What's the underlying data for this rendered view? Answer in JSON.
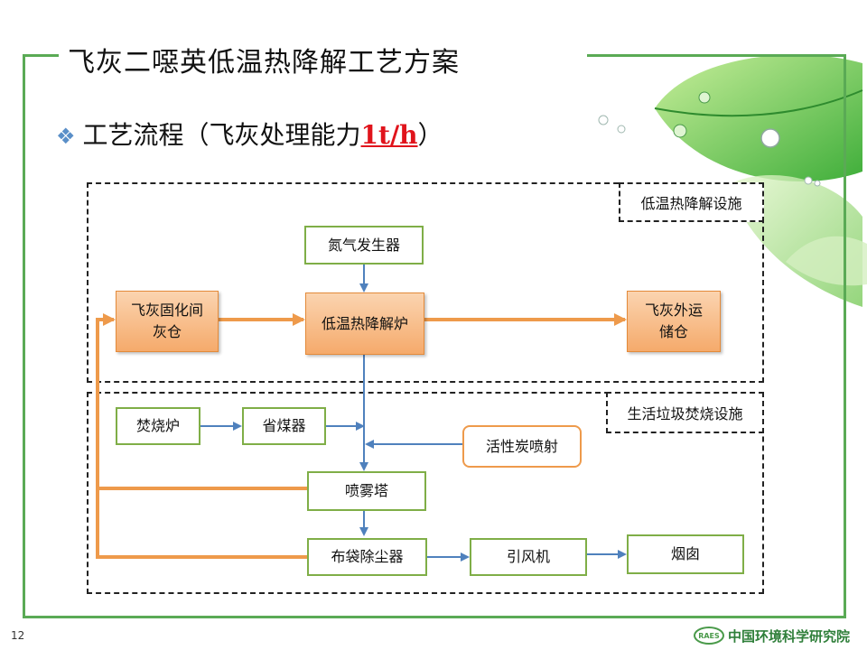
{
  "slide": {
    "title": "飞灰二噁英低温热降解工艺方案",
    "subtitle_prefix": "工艺流程（飞灰处理能力",
    "capacity": "1t/h",
    "subtitle_suffix": "）",
    "page_number": "12",
    "org_name": "中国环境科学研究院",
    "org_logo": "RAES"
  },
  "regions": {
    "low_temp": "低温热降解设施",
    "incineration": "生活垃圾焚烧设施"
  },
  "nodes": {
    "nitrogen": "氮气发生器",
    "ash_silo": "飞灰固化间灰仓",
    "furnace": "低温热降解炉",
    "storage": "飞灰外运储仓",
    "incinerator": "焚烧炉",
    "economizer": "省煤器",
    "carbon": "活性炭喷射",
    "spray_tower": "喷雾塔",
    "bag_filter": "布袋除尘器",
    "fan": "引风机",
    "chimney": "烟囱"
  },
  "colors": {
    "frame": "#5aaa55",
    "green_border": "#7fae47",
    "orange_fill": "#f5aa6b",
    "orange_line": "#ee9a4b",
    "blue_line": "#4f81bd",
    "capacity_text": "#e0141c"
  }
}
